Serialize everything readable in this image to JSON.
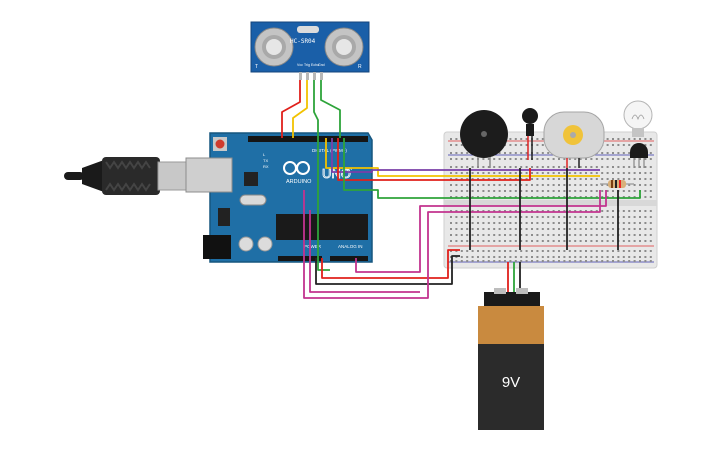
{
  "sensor": {
    "model": "HC-SR04",
    "pins": [
      "Vcc",
      "Trig",
      "Echo",
      "Gnd"
    ],
    "side_left": "T",
    "side_right": "R"
  },
  "arduino": {
    "brand": "ARDUINO",
    "model": "UNO",
    "digital_label": "DIGITAL (PWM~)",
    "power_label": "POWER",
    "analog_label": "ANALOG IN",
    "tx_label": "TX",
    "rx_label": "RX",
    "l_label": "L",
    "on_label": "ON"
  },
  "battery": {
    "label": "9V"
  },
  "colors": {
    "board": "#1f6fa6",
    "board_edge": "#17567f",
    "sensor": "#1a5fa8",
    "wire_red": "#e0201b",
    "wire_yellow": "#f2c200",
    "wire_green": "#2ea43a",
    "wire_magenta": "#c2338f",
    "wire_black": "#222222",
    "wire_purple": "#7a3fa8",
    "breadboard": "#e8e8e8",
    "battery_top": "#c98a3f",
    "battery_body": "#2b2b2b"
  }
}
